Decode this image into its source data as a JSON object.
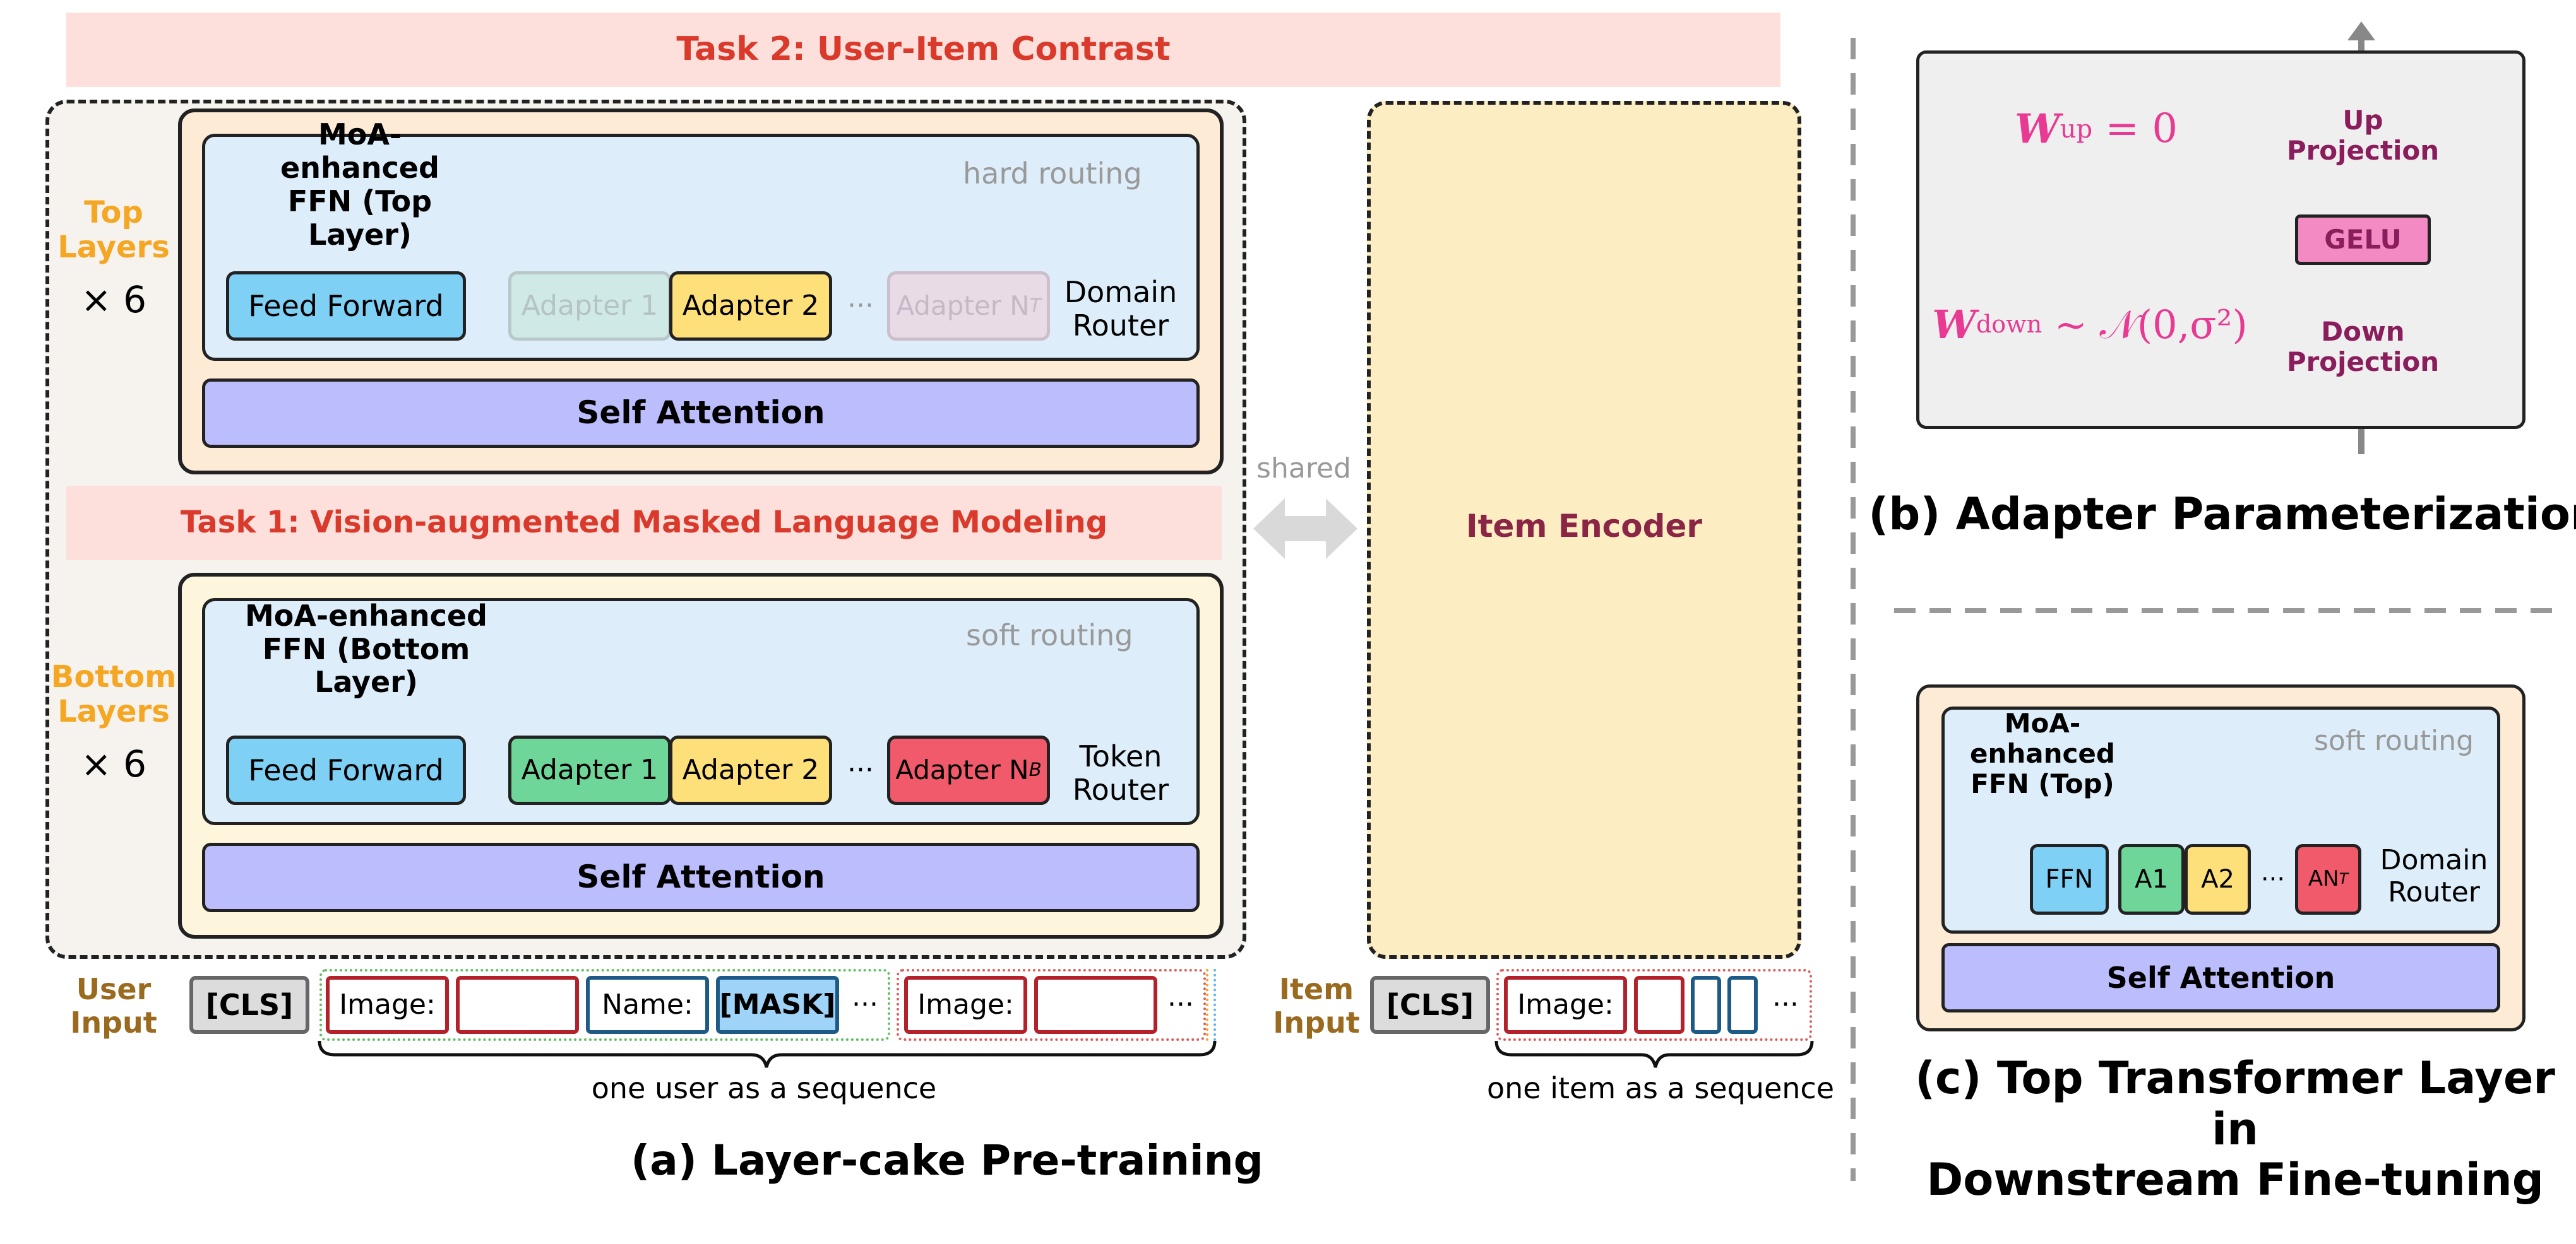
{
  "task2": "Task 2: User-Item Contrast",
  "task1": "Task 1: Vision-augmented Masked Language Modeling",
  "top_layers": {
    "label": "Top\nLayers",
    "count": "× 6"
  },
  "bottom_layers": {
    "label": "Bottom\nLayers",
    "count": "× 6"
  },
  "top_block": {
    "moa_title": "MoA-enhanced\nFFN (Top Layer)",
    "routing": "hard routing",
    "feed_forward": "Feed Forward",
    "adapter1": "Adapter 1",
    "adapter2": "Adapter 2",
    "dots": "···",
    "adapterN": "Adapter N",
    "adapterN_sub": "T",
    "router": "Domain\nRouter",
    "self_attention": "Self Attention"
  },
  "bottom_block": {
    "moa_title": "MoA-enhanced\nFFN (Bottom Layer)",
    "routing": "soft routing",
    "feed_forward": "Feed Forward",
    "adapter1": "Adapter 1",
    "adapter2": "Adapter 2",
    "dots": "···",
    "adapterN": "Adapter N",
    "adapterN_sub": "B",
    "router": "Token\nRouter",
    "self_attention": "Self Attention"
  },
  "shared": "shared",
  "item_encoder": "Item Encoder",
  "user_input": {
    "label": "User\nInput",
    "cls": "[CLS]",
    "image1": "Image:",
    "name": "Name:",
    "mask": "[MASK]",
    "dots1": "···",
    "image2": "Image:",
    "dots2": "···",
    "caption": "one user as a sequence"
  },
  "item_input": {
    "label": "Item\nInput",
    "cls": "[CLS]",
    "image": "Image:",
    "dots": "···",
    "caption": "one item as a sequence"
  },
  "caption_a": "(a) Layer-cake Pre-training",
  "panel_b": {
    "w_up": "W",
    "w_up_sub": "up",
    "w_up_eq": " = 0",
    "w_down": "W",
    "w_down_sub": "down",
    "w_down_eq": " ~ 𝒩(0,σ²)",
    "up_projection": "Up\nProjection",
    "gelu": "GELU",
    "down_projection": "Down\nProjection",
    "caption": "(b) Adapter Parameterization"
  },
  "panel_c": {
    "moa_title": "MoA-enhanced\nFFN (Top)",
    "routing": "soft routing",
    "ffn": "FFN",
    "a1": "A1",
    "a2": "A2",
    "dots": "···",
    "an": "AN",
    "an_sub": "T",
    "router": "Domain\nRouter",
    "self_attention": "Self Attention",
    "caption": "(c) Top Transformer Layer in\nDownstream Fine-tuning"
  },
  "colors": {
    "task_bg": "#fde0dc",
    "task_text": "#d93a2b",
    "orange_label": "#f5a623",
    "brown_label": "#9a6a1f",
    "top_outer": "#fdebd6",
    "bottom_outer": "#fdf5dc",
    "inner_blue": "#ddeefa",
    "self_attention": "#bbbdfd",
    "feed_forward": "#7fd0f5",
    "adapter_green": "#6fd69a",
    "adapter_yellow": "#fde07a",
    "adapter_red": "#f05a6a",
    "item_encoder_bg": "#fdedc2",
    "item_encoder_text": "#8a2545",
    "pink": "#e83a93",
    "pink_fill": "#f48ac4"
  }
}
